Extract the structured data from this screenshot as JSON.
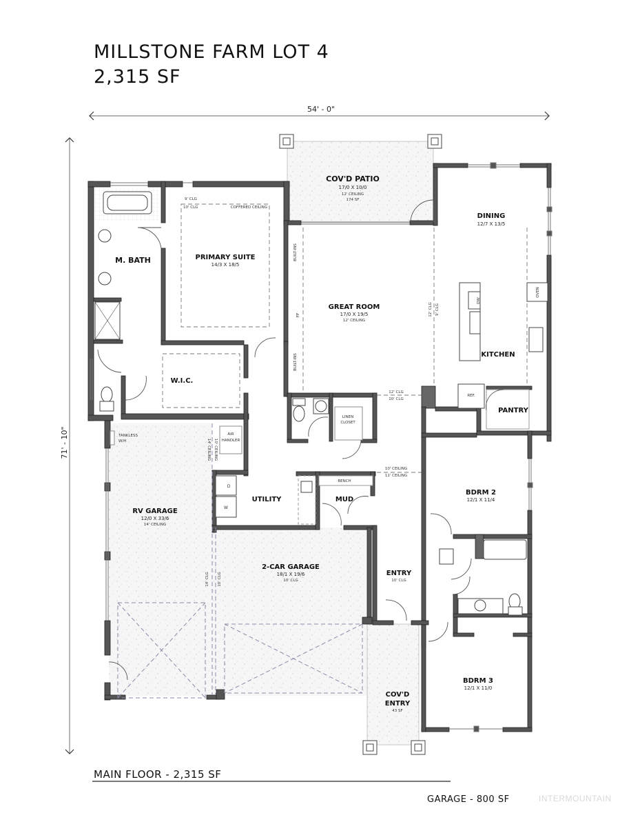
{
  "header": {
    "title": "MILLSTONE FARM LOT 4",
    "subtitle": "2,315 SF"
  },
  "dimensions": {
    "width": "54' - 0\"",
    "depth": "71' - 10\""
  },
  "rooms": {
    "patio": {
      "name": "COV'D PATIO",
      "size": "17/0 X 10/0",
      "ceiling": "12' CEILING",
      "area": "174 SF"
    },
    "dining": {
      "name": "DINING",
      "size": "12/7 X 13/5"
    },
    "primary_suite": {
      "name": "PRIMARY SUITE",
      "size": "14/3 X 18/5",
      "note_ceiling_1": "9' CLG",
      "note_ceiling_2": "10' CLG",
      "note_coffered": "COFFERED CEILING"
    },
    "m_bath": {
      "name": "M. BATH"
    },
    "great_room": {
      "name": "GREAT ROOM",
      "size": "17/0 X 19/5",
      "ceiling": "12' CEILING",
      "builtins_top": "BUILT-INS",
      "builtins_bottom": "BUILT-INS",
      "fireplace": "FP",
      "clg_a": "12' CLG",
      "clg_b": "9' CLG"
    },
    "kitchen": {
      "name": "KITCHEN",
      "dw": "DW",
      "oven": "OVEN",
      "ref": "REF."
    },
    "pantry": {
      "name": "PANTRY"
    },
    "wic": {
      "name": "W.I.C."
    },
    "linen": {
      "name_1": "LINEN",
      "name_2": "CLOSET"
    },
    "rv_garage": {
      "name": "RV GARAGE",
      "size": "12/0 X 33/6",
      "ceiling": "14' CEILING",
      "tankless_1": "TANKLESS",
      "tankless_2": "W/H",
      "air_1": "AIR",
      "air_2": "HANDLER",
      "clg_a": "14' CEILING",
      "clg_b": "10' CEILING"
    },
    "utility": {
      "name": "UTILITY",
      "dryer": "D",
      "washer": "W"
    },
    "mud": {
      "name": "MUD",
      "bench": "BENCH"
    },
    "two_car_garage": {
      "name": "2-CAR GARAGE",
      "size": "18/1 X 19/6",
      "ceiling": "10' CLG",
      "clg_a": "14' CLG",
      "clg_b": "10' CLG"
    },
    "bdrm2": {
      "name": "BDRM 2",
      "size": "12/1 X 11/4"
    },
    "entry": {
      "name": "ENTRY",
      "ceiling": "10' CLG"
    },
    "bdrm3": {
      "name": "BDRM 3",
      "size": "12/1 X 11/0"
    },
    "covd_entry": {
      "name_1": "COV'D",
      "name_2": "ENTRY",
      "area": "43 SF"
    },
    "hall_notes": {
      "a": "12' CLG",
      "b": "10' CLG",
      "c": "10' CEILING",
      "d": "11' CEILING"
    }
  },
  "footer": {
    "main_floor": "MAIN FLOOR - 2,315 SF",
    "garage": "GARAGE - 800 SF",
    "watermark": "INTERMOUNTAIN"
  },
  "colors": {
    "wall": "#555555",
    "wall_stroke": "#222222",
    "hatch_fill": "#f3f3f3",
    "dash": "#8a8aa8",
    "text": "#111111"
  }
}
